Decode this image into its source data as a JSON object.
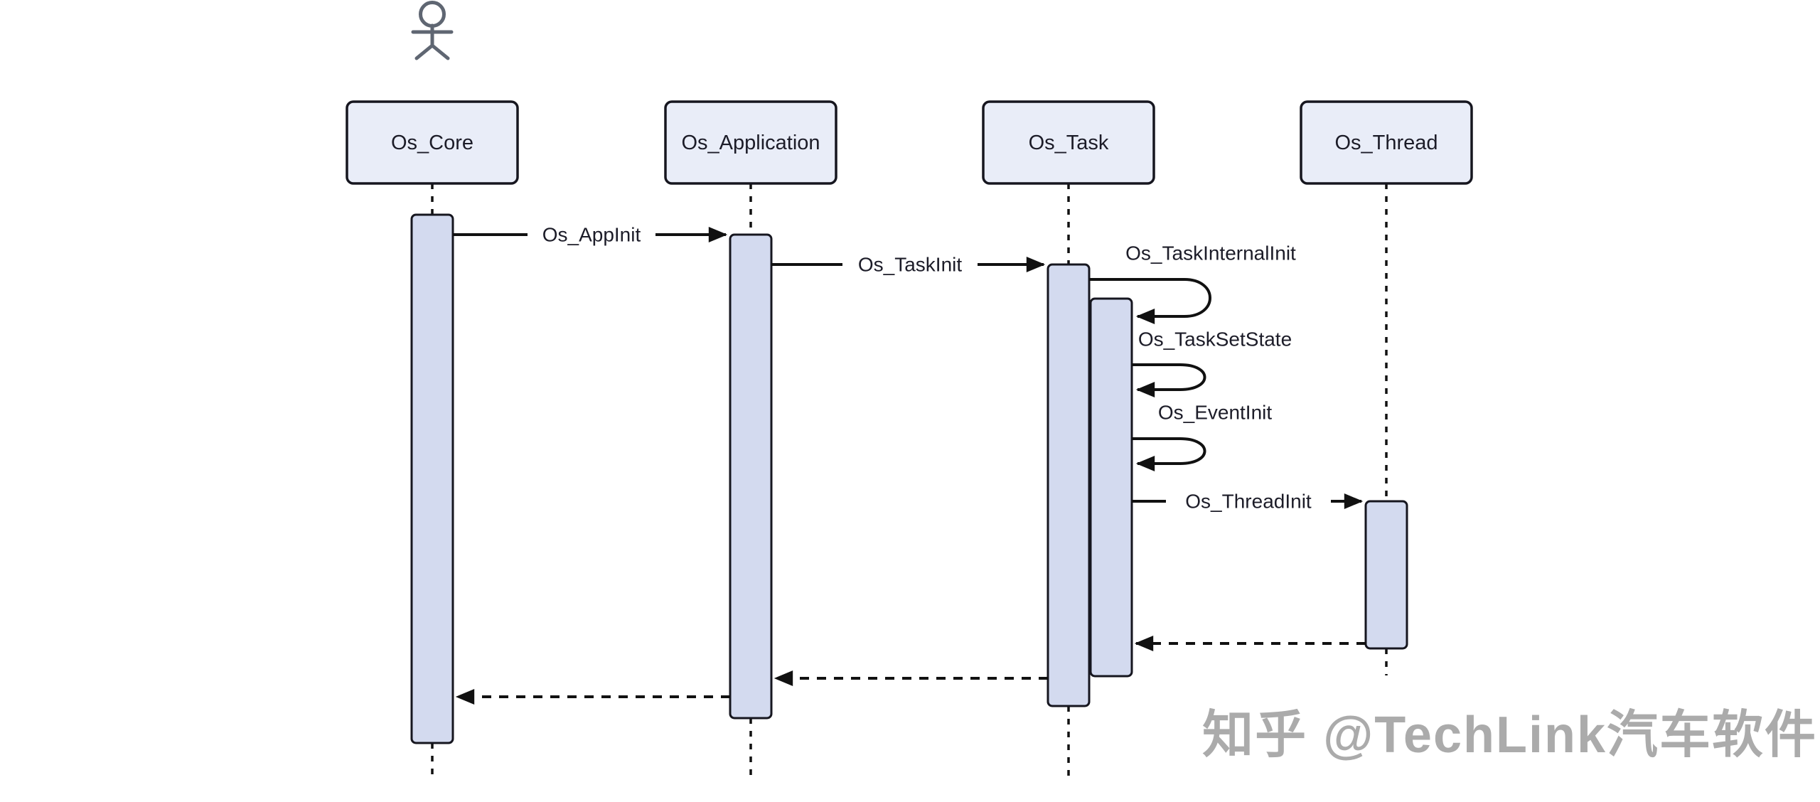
{
  "diagram_type": "uml-sequence",
  "actor": {
    "icon": "stick-figure-actor"
  },
  "participants": [
    {
      "id": "os-core",
      "name": "Os_Core"
    },
    {
      "id": "os-application",
      "name": "Os_Application"
    },
    {
      "id": "os-task",
      "name": "Os_Task"
    },
    {
      "id": "os-thread",
      "name": "Os_Thread"
    }
  ],
  "messages": [
    {
      "label": "Os_AppInit",
      "type": "sync",
      "from": "Os_Core",
      "to": "Os_Application"
    },
    {
      "label": "Os_TaskInit",
      "type": "sync",
      "from": "Os_Application",
      "to": "Os_Task"
    },
    {
      "label": "Os_TaskInternalInit",
      "type": "self",
      "from": "Os_Task",
      "to": "Os_Task"
    },
    {
      "label": "Os_TaskSetState",
      "type": "self",
      "from": "Os_Task",
      "to": "Os_Task"
    },
    {
      "label": "Os_EventInit",
      "type": "self",
      "from": "Os_Task",
      "to": "Os_Task"
    },
    {
      "label": "Os_ThreadInit",
      "type": "sync",
      "from": "Os_Task",
      "to": "Os_Thread"
    },
    {
      "label": "",
      "type": "return",
      "from": "Os_Thread",
      "to": "Os_Task"
    },
    {
      "label": "",
      "type": "return",
      "from": "Os_Task",
      "to": "Os_Application"
    },
    {
      "label": "",
      "type": "return",
      "from": "Os_Application",
      "to": "Os_Core"
    }
  ],
  "watermark": {
    "text": "知乎 @TechLink汽车软件"
  },
  "colors": {
    "background": "#ffffff",
    "participant_fill": "#e9edf8",
    "participant_border": "#16161f",
    "activation_fill": "#d3daef",
    "activation_border": "#16161f",
    "line": "#111111",
    "text": "#1c1c28",
    "actor": "#5f6672",
    "watermark": "#ababab"
  }
}
